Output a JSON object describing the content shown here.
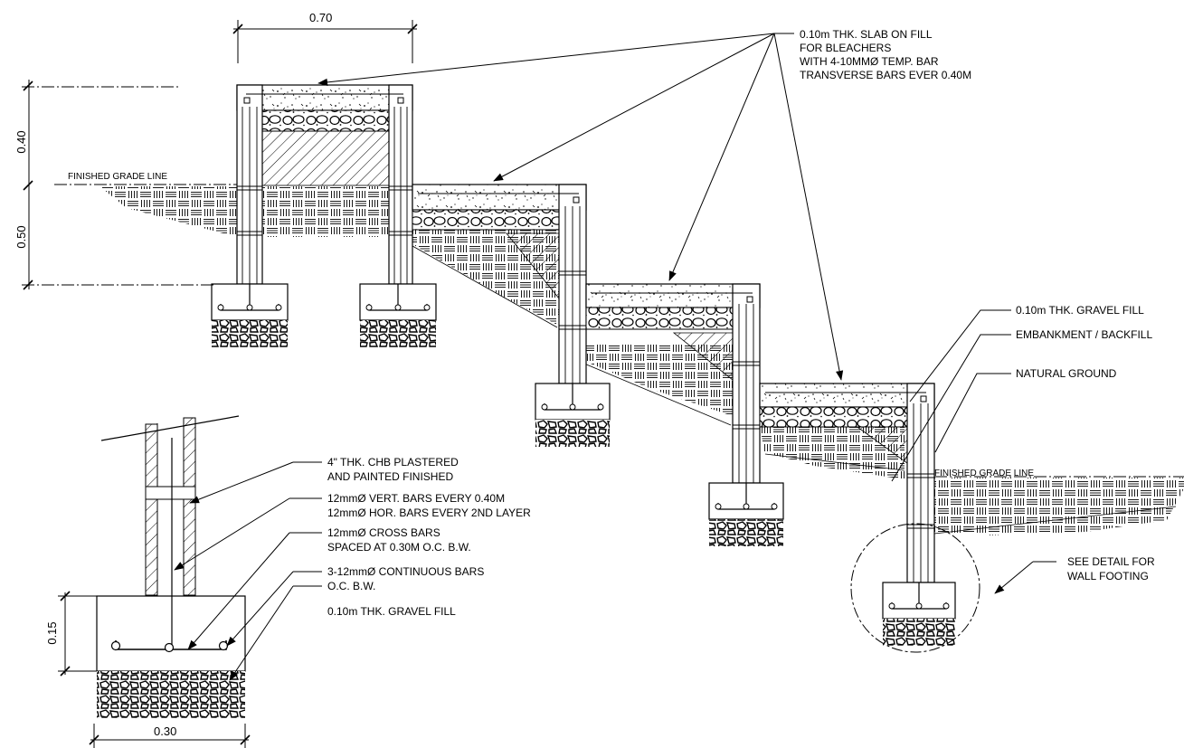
{
  "dimensions": {
    "top_width": "0.70",
    "upper_height": "0.40",
    "lower_height": "0.50",
    "footing_height": "0.15",
    "footing_width": "0.30"
  },
  "grade_labels": {
    "left": "FINISHED GRADE LINE",
    "right": "FINISHED GRADE LINE"
  },
  "callouts": {
    "slab_lines": [
      "0.10m THK. SLAB ON FILL",
      "FOR BLEACHERS",
      "WITH 4-10MMØ TEMP. BAR",
      "TRANSVERSE BARS EVER 0.40M"
    ],
    "gravel_fill": "0.10m THK. GRAVEL FILL",
    "embankment": "EMBANKMENT / BACKFILL",
    "natural_ground": "NATURAL GROUND",
    "see_detail_lines": [
      "SEE DETAIL FOR",
      "WALL FOOTING"
    ]
  },
  "detail_callouts": {
    "chb_lines": [
      "4\" THK. CHB PLASTERED",
      "AND PAINTED FINISHED"
    ],
    "vert_bars_lines": [
      "12mmØ VERT. BARS EVERY 0.40M",
      "12mmØ HOR. BARS EVERY 2ND  LAYER"
    ],
    "cross_bars_lines": [
      "12mmØ CROSS BARS",
      "SPACED AT 0.30M O.C. B.W."
    ],
    "continuous_bars_lines": [
      "3-12mmØ CONTINUOUS BARS",
      "O.C. B.W."
    ],
    "gravel_fill": "0.10m THK. GRAVEL FILL"
  }
}
